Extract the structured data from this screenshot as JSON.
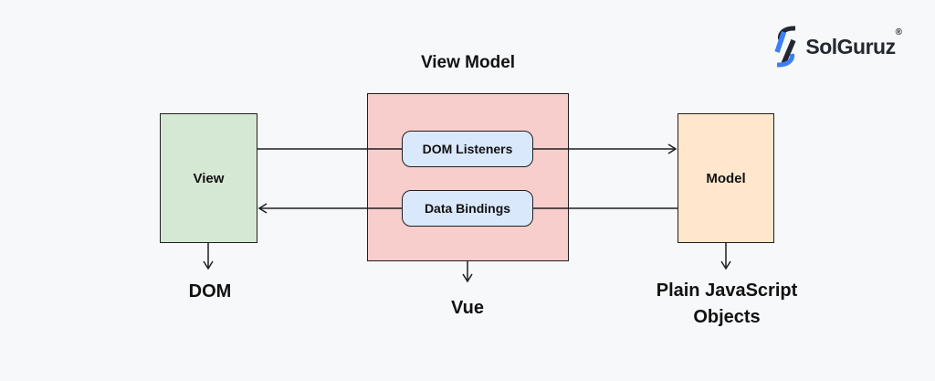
{
  "canvas": {
    "background": "#f7f8fa",
    "stroke": "#1f1f1f"
  },
  "title": "View Model",
  "nodes": {
    "view": {
      "label": "View",
      "fill": "#d5e8d4"
    },
    "view_model": {
      "fill": "#f8cecc"
    },
    "dom_listeners": {
      "label": "DOM Listeners",
      "fill": "#dae8fc"
    },
    "data_bindings": {
      "label": "Data Bindings",
      "fill": "#dae8fc"
    },
    "model": {
      "label": "Model",
      "fill": "#ffe6cc"
    }
  },
  "captions": {
    "view": "DOM",
    "view_model": "Vue",
    "model_line1": "Plain JavaScript",
    "model_line2": "Objects"
  },
  "connections": {
    "top_flow": "View -> DOM Listeners -> Model",
    "bottom_flow": "Model -> Data Bindings -> View"
  },
  "logo": {
    "text": "SolGuruz",
    "reg_mark": "®",
    "accent": "#3d7ef7",
    "dark": "#23272f"
  }
}
